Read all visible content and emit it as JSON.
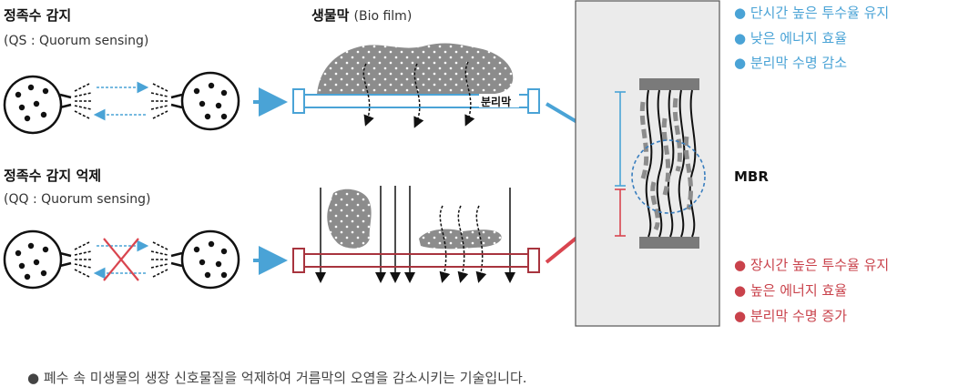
{
  "qs": {
    "title": "정족수 감지",
    "subtitle": "(QS : Quorum sensing)"
  },
  "biofilm": {
    "title": "생물막",
    "subtitle": "(Bio film)",
    "membrane_label": "분리막"
  },
  "qq": {
    "title": "정족수 감지 억제",
    "subtitle": "(QQ : Quorum sensing)"
  },
  "mbr": {
    "label": "MBR"
  },
  "blue_list": {
    "color": "#4aa3d6",
    "items": [
      "단시간 높은 투수율 유지",
      "낮은 에너지 효율",
      "분리막 수명 감소"
    ]
  },
  "red_list": {
    "color": "#c9424b",
    "items": [
      "장시간 높은 투수율 유지",
      "높은 에너지 효율",
      "분리막 수명 증가"
    ]
  },
  "footnote": "폐수 속 미생물의 생장 신호물질을 억제하여 거름막의 오염을 감소시키는 기술입니다."
}
